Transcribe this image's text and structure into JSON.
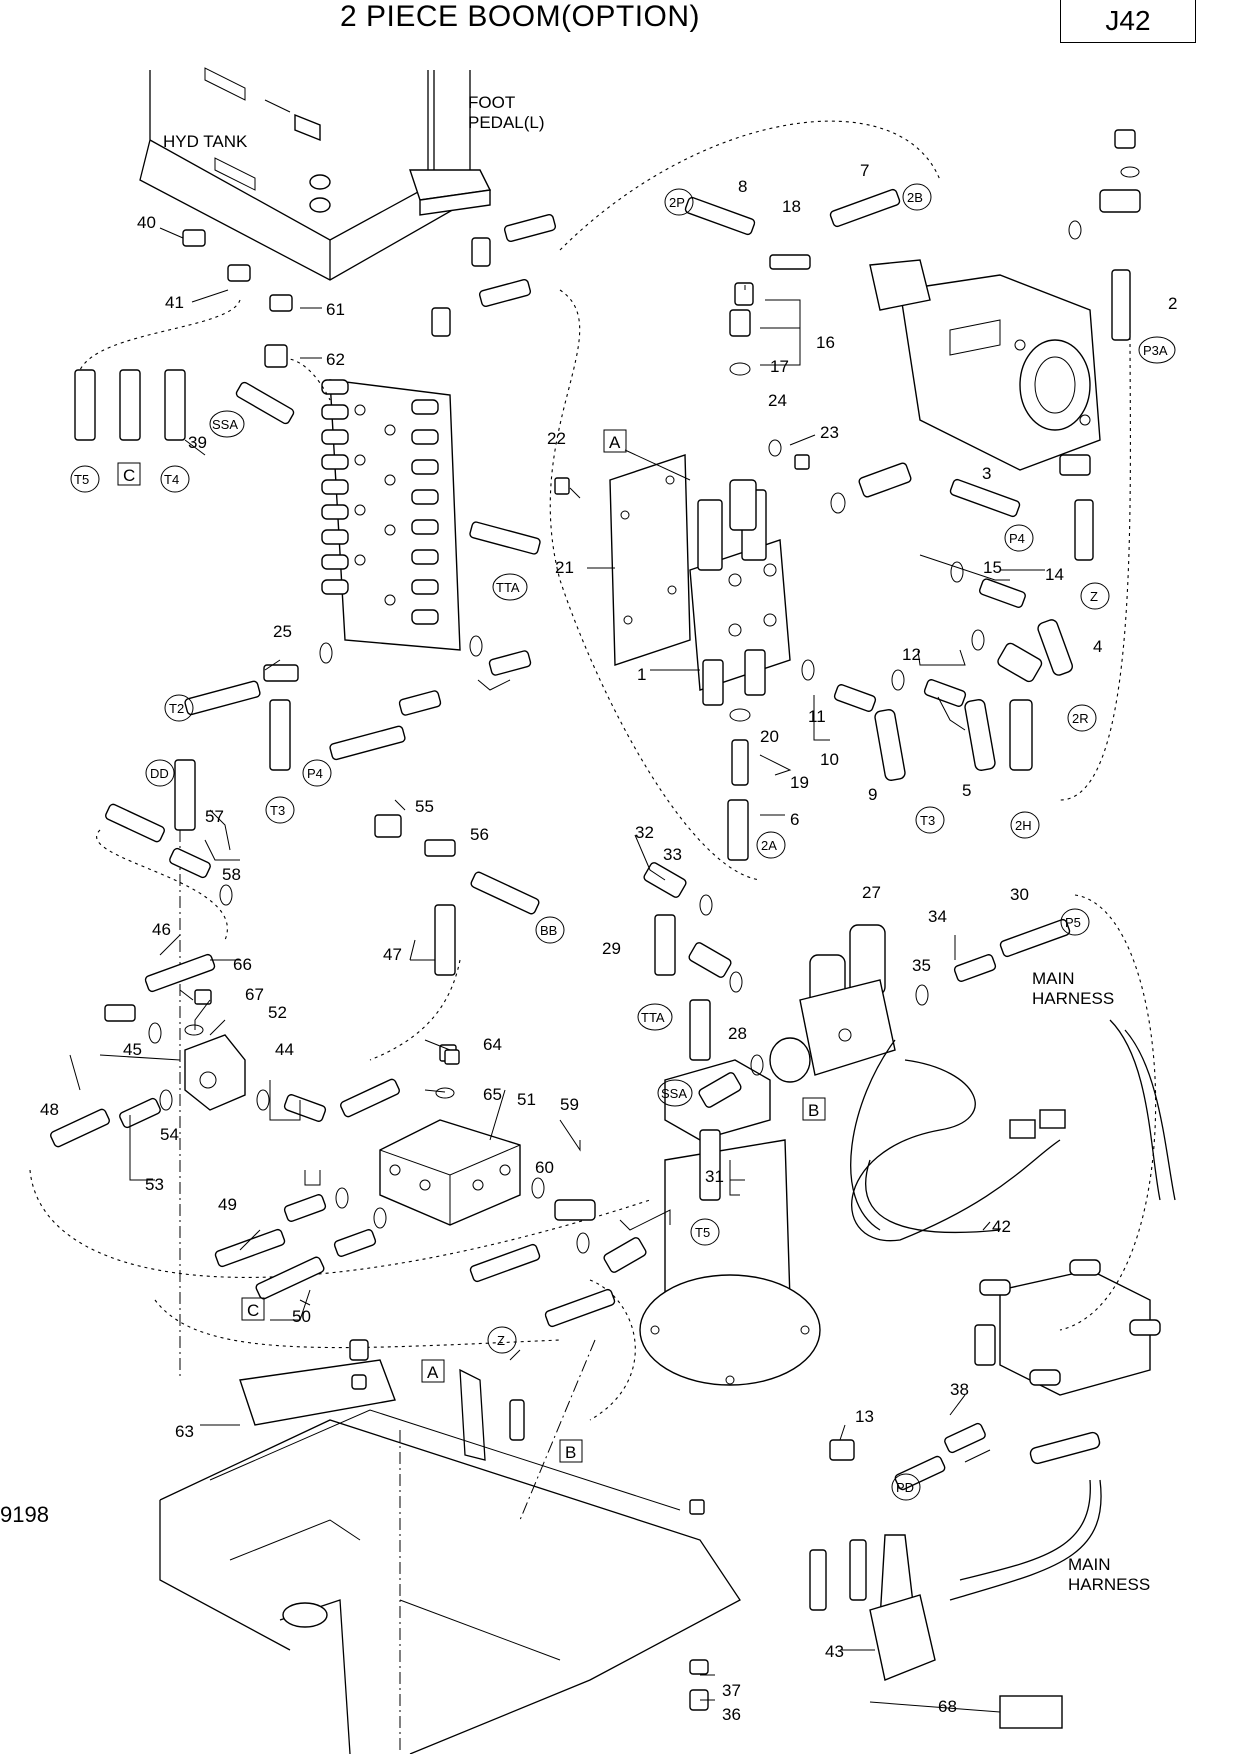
{
  "header": {
    "title": "2 PIECE BOOM(OPTION)",
    "page_code": "J42"
  },
  "footer": {
    "drawing_number": "9198"
  },
  "components": {
    "hyd_tank": "HYD TANK",
    "foot_pedal_1": "FOOT",
    "foot_pedal_2": "PEDAL(L)",
    "main_harness_1": "MAIN",
    "main_harness_2": "HARNESS"
  },
  "box_labels": {
    "a": "A",
    "b": "B",
    "c": "C"
  },
  "circle_labels": [
    "T5",
    "T4",
    "SSA",
    "TTA",
    "T2",
    "P4",
    "T3",
    "DD",
    "BB",
    "Z",
    "2P",
    "2B",
    "P3A",
    "P4",
    "Z",
    "2R",
    "T3",
    "2H",
    "2A",
    "P5",
    "TTA",
    "SSA",
    "T5",
    "PD"
  ],
  "part_numbers": [
    "1",
    "2",
    "3",
    "4",
    "5",
    "6",
    "7",
    "8",
    "9",
    "10",
    "11",
    "12",
    "13",
    "14",
    "15",
    "16",
    "17",
    "18",
    "19",
    "20",
    "21",
    "22",
    "23",
    "24",
    "25",
    "27",
    "28",
    "29",
    "30",
    "31",
    "32",
    "33",
    "34",
    "35",
    "36",
    "37",
    "38",
    "39",
    "40",
    "41",
    "42",
    "43",
    "44",
    "45",
    "46",
    "47",
    "48",
    "49",
    "50",
    "51",
    "52",
    "53",
    "54",
    "55",
    "56",
    "57",
    "58",
    "59",
    "60",
    "61",
    "62",
    "63",
    "64",
    "65",
    "66",
    "67",
    "68"
  ]
}
